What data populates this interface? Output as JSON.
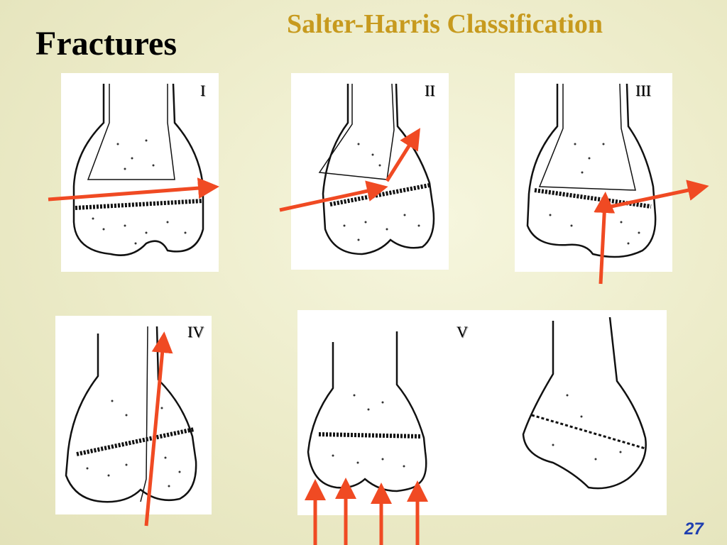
{
  "slide": {
    "title": "Fractures",
    "subtitle": "Salter-Harris Classification",
    "page_number": "27"
  },
  "panels": [
    {
      "id": "type-1",
      "label": "I"
    },
    {
      "id": "type-2",
      "label": "II"
    },
    {
      "id": "type-3",
      "label": "III"
    },
    {
      "id": "type-4",
      "label": "IV"
    },
    {
      "id": "type-5",
      "label": "V"
    }
  ],
  "colors": {
    "background": "#ecebc8",
    "subtitle": "#c79a1e",
    "arrow": "#f04a23",
    "page_number": "#1f3fb0"
  }
}
